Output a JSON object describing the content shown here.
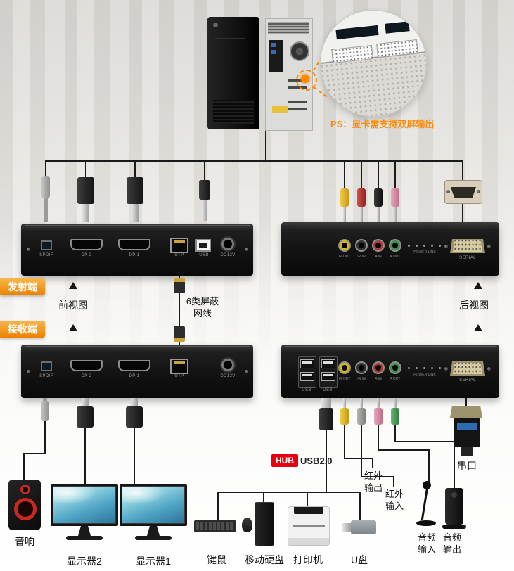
{
  "notes": {
    "ps": "PS：显卡需支持双屏输出",
    "cable_line1": "6类屏蔽",
    "cable_line2": "网线",
    "hub_tag": "HUB",
    "hub_text": "USB2.0"
  },
  "badges": {
    "transmitter": "发射端",
    "receiver": "接收端",
    "front_view": "前视图",
    "rear_view": "后视图"
  },
  "ports": {
    "spdif": "SPDIF",
    "dp2": "DP 2",
    "dp1": "DP 1",
    "utp": "UTP",
    "usb": "USB",
    "dc": "DC12V",
    "serial": "SERIAL",
    "jack_ir_out": "IR OUT",
    "jack_ir_in": "IR IN",
    "jack_a_in": "A IN",
    "jack_a_out": "A OUT",
    "leds": "POWER LINK"
  },
  "peripherals": {
    "speaker": "音响",
    "monitor2": "显示器2",
    "monitor1": "显示器1",
    "keyboard_mouse": "键鼠",
    "hdd": "移动硬盘",
    "printer": "打印机",
    "udisk": "U盘",
    "ir_out": "红外输出",
    "ir_in": "红外输入",
    "audio_in": "音频输入",
    "audio_out": "音频输出",
    "serial_port": "串口"
  }
}
